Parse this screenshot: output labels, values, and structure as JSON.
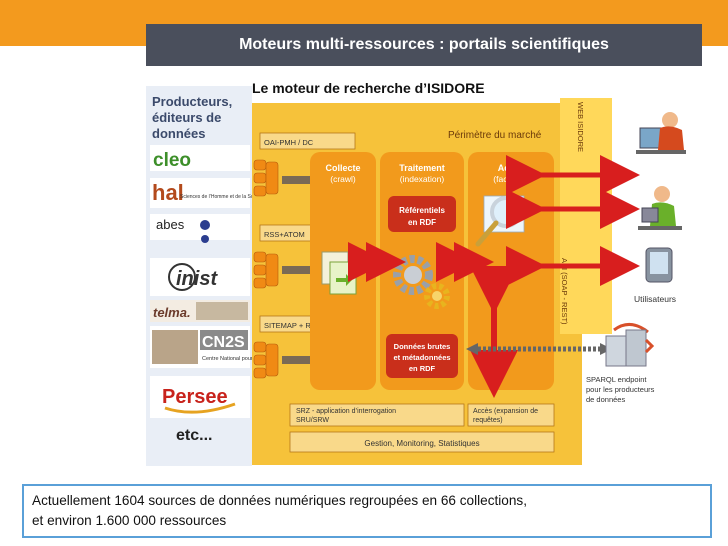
{
  "header": {
    "title": "Moteurs multi-ressources : portails scientifiques",
    "subtitle": "Le moteur de recherche d’ISIDORE"
  },
  "producers": {
    "heading_lines": [
      "Producteurs,",
      "éditeurs de",
      "données"
    ],
    "logos": [
      "cleo",
      "hal",
      "Sciences de l’Homme et de la Société",
      "abes",
      "inist",
      "telma.",
      "CN2S",
      "Centre National pour",
      "Persee"
    ],
    "more": "etc..."
  },
  "market": {
    "perimeter": "Périmètre du marché",
    "protocols": [
      "OAI-PMH / DC",
      "RSS+ATOM",
      "SITEMAP + RDFa"
    ],
    "columns": [
      {
        "title": "Collecte",
        "sub": "(crawl)"
      },
      {
        "title": "Traitement",
        "sub": "(indexation)"
      },
      {
        "title": "Accès",
        "sub": "(facettes)"
      }
    ],
    "referentials": [
      "Référentiels",
      "en RDF"
    ],
    "raw_data": [
      "Données brutes",
      "et métadonnées",
      "en RDF"
    ],
    "srz": [
      "SRZ - application d’interrogation",
      "SRU/SRW"
    ],
    "access_expansion": [
      "Accès (expansion de",
      "requêtes)"
    ],
    "management": "Gestion, Monitoring, Statistiques",
    "web_label": "WEB ISIDORE",
    "api_label": "API (SOAP - REST)"
  },
  "right_side": {
    "users": "Utilisateurs",
    "sparql": [
      "SPARQL endpoint",
      "pour les producteurs",
      "de données"
    ]
  },
  "caption": {
    "line1": "Actuellement 1604 sources de données numériques regroupées en 66 collections,",
    "line2": "et environ 1.600 000 ressources"
  },
  "colors": {
    "orange": "#f39a1e",
    "title_bg": "#4a4f5c",
    "panel": "#f6c23a",
    "column": "#f29a1c",
    "arrow": "#d81e1e",
    "caption_border": "#5aa0d8"
  }
}
